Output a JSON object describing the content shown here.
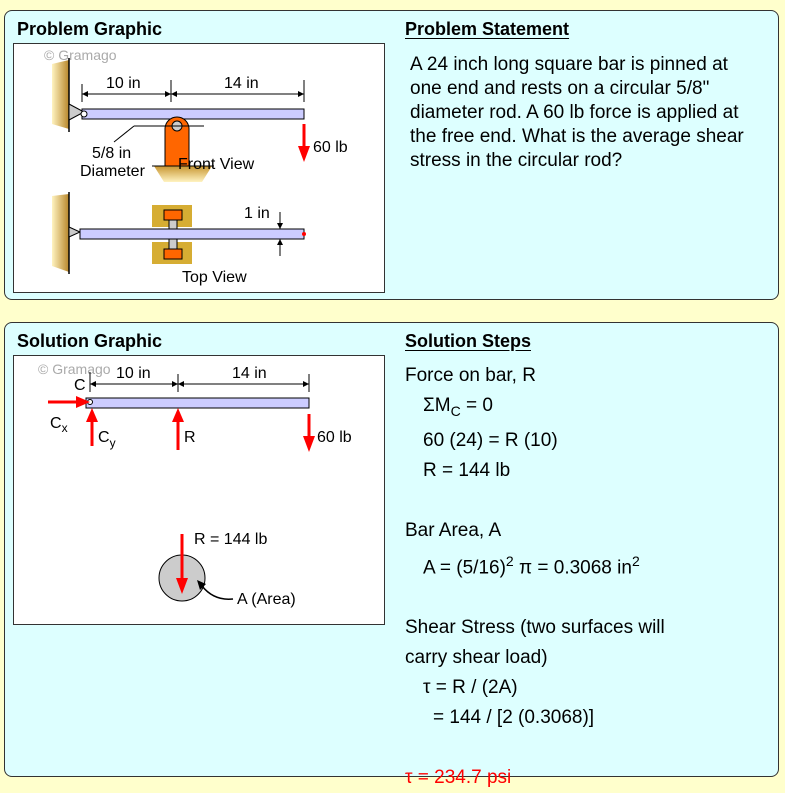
{
  "problem": {
    "graphic_title": "Problem Graphic",
    "statement_title": "Problem Statement",
    "statement": "A 24 inch long square bar is pinned at one end and rests on a circular 5/8\" diameter rod. A 60 lb force is applied at the free end. What is the average shear stress in the circular rod?",
    "graphic": {
      "watermark": "© Gramago",
      "dim_left": "10 in",
      "dim_right": "14 in",
      "force_label": "60 lb",
      "rod_label_line1": "5/8 in",
      "rod_label_line2": "Diameter",
      "front_view_label": "Front View",
      "thickness_label": "1 in",
      "top_view_label": "Top View"
    }
  },
  "solution": {
    "graphic_title": "Solution Graphic",
    "steps_title": "Solution Steps",
    "graphic": {
      "watermark": "© Gramago",
      "dim_left": "10 in",
      "dim_right": "14 in",
      "pin_label": "C",
      "cx_label": "C",
      "cx_sub": "x",
      "cy_label": "C",
      "cy_sub": "y",
      "r_label": "R",
      "force_label": "60 lb",
      "r_value_label": "R = 144 lb",
      "area_label": "A (Area)"
    },
    "steps": {
      "s1_title": "Force on bar, R",
      "s1_sum_a": "ΣM",
      "s1_sum_sub": "C",
      "s1_sum_b": " = 0",
      "s1_eq": "60 (24) = R (10)",
      "s1_result": "R = 144 lb",
      "s2_title": "Bar Area, A",
      "s2_eq_a": "A = (5/16)",
      "s2_eq_sup1": "2",
      "s2_eq_b": " π = 0.3068 in",
      "s2_eq_sup2": "2",
      "s3_title_line1": "Shear Stress (two surfaces will",
      "s3_title_line2": "carry shear load)",
      "s3_eq1": "τ = R / (2A)",
      "s3_eq2": "= 144 / [2 (0.3068)]",
      "answer": "τ = 234.7 psi"
    }
  },
  "colors": {
    "background": "#ffffcc",
    "panel": "#ddffff",
    "bar": "#ccccff",
    "force": "#ff0000",
    "support": "#cc9933",
    "bracket": "#ff6600"
  }
}
